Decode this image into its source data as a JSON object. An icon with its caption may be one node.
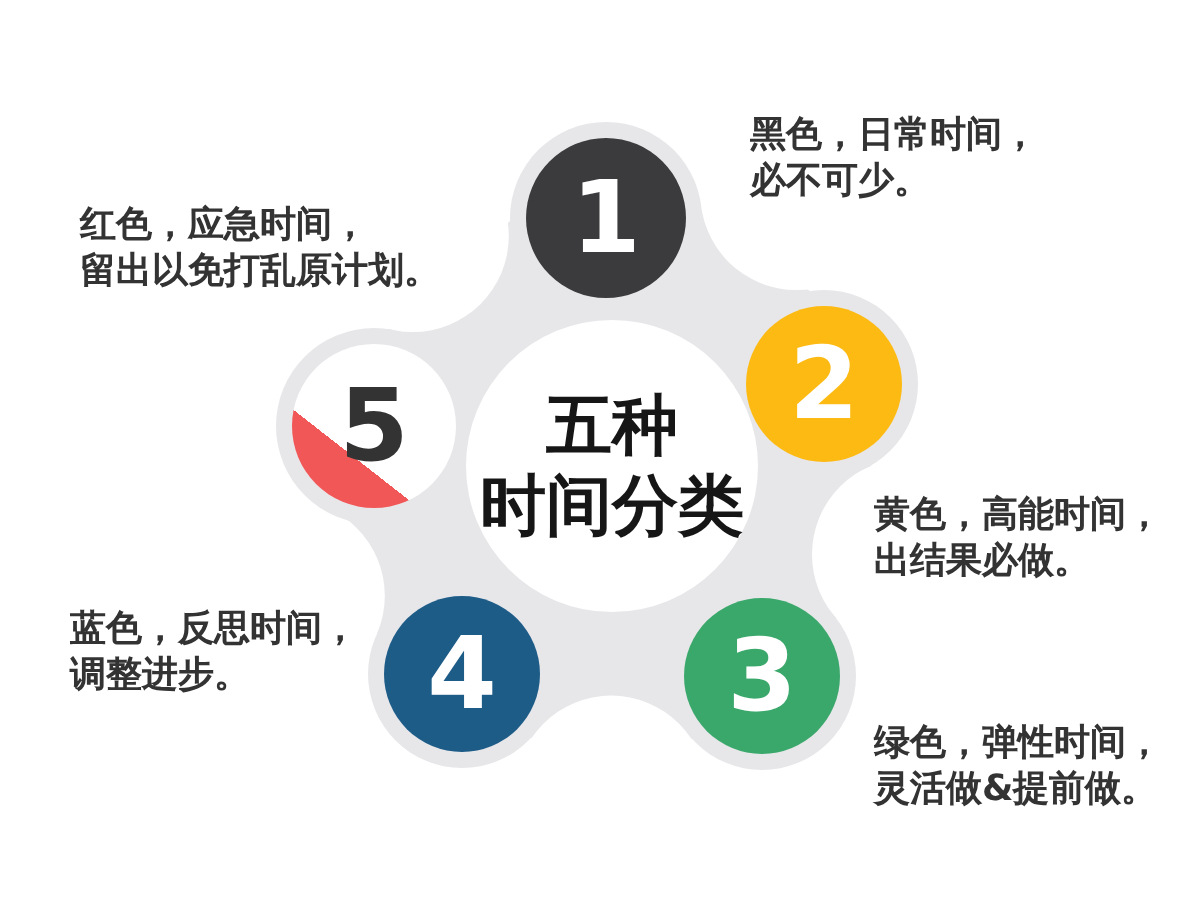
{
  "diagram": {
    "nodes": [
      {
        "text": [
          "五种时间分类"
        ]
      },
      {
        "text": [
          "1"
        ],
        "beside": [
          "黑色，日常时间，必不可少。"
        ]
      },
      {
        "text": [
          "2"
        ],
        "beside": [
          "黄色，高能时间，出结果必做。"
        ]
      },
      {
        "text": [
          "3"
        ],
        "beside": [
          "绿色，弹性时间，灵活做&提前做。"
        ]
      },
      {
        "text": [
          "4"
        ],
        "beside": [
          "蓝色，反思时间，调整进步。"
        ]
      },
      {
        "text": [
          "5"
        ],
        "beside": [
          "红色，应急时间，留出以免打乱原计划。"
        ]
      }
    ]
  }
}
